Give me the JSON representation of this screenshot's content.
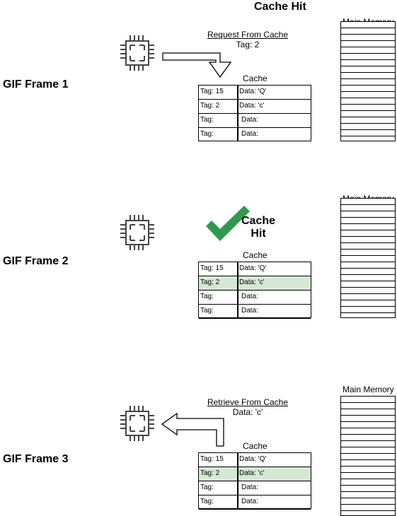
{
  "title": "Cache Hit",
  "frames": [
    {
      "label": "GIF Frame 1",
      "memory_label": "Main Memory",
      "cache_label": "Cache",
      "action_title": "Request From Cache",
      "action_detail": "Tag: 2",
      "rows": [
        {
          "tag": "Tag: 15",
          "data": "Data: 'Q'"
        },
        {
          "tag": "Tag: 2",
          "data": "Data: 'c'"
        },
        {
          "tag": "Tag:",
          "data": "Data:"
        },
        {
          "tag": "Tag:",
          "data": "Data:"
        }
      ]
    },
    {
      "label": "GIF Frame 2",
      "memory_label": "Main Memory",
      "cache_label": "Cache",
      "hit_line1": "Cache",
      "hit_line2": "Hit",
      "highlight_row": 1,
      "highlight_color": "#d5e8d4",
      "check_color": "#2e9a4e",
      "rows": [
        {
          "tag": "Tag: 15",
          "data": "Data: 'Q'"
        },
        {
          "tag": "Tag: 2",
          "data": "Data: 'c'"
        },
        {
          "tag": "Tag:",
          "data": "Data:"
        },
        {
          "tag": "Tag:",
          "data": "Data:"
        }
      ]
    },
    {
      "label": "GIF Frame 3",
      "memory_label": "Main Memory",
      "cache_label": "Cache",
      "action_title": "Retrieve From Cache",
      "action_detail": "Data: 'c'",
      "highlight_row": 1,
      "rows": [
        {
          "tag": "Tag: 15",
          "data": "Data: 'Q'"
        },
        {
          "tag": "Tag: 2",
          "data": "Data: 'c'"
        },
        {
          "tag": "Tag:",
          "data": "Data:"
        },
        {
          "tag": "Tag:",
          "data": "Data:"
        }
      ]
    }
  ]
}
